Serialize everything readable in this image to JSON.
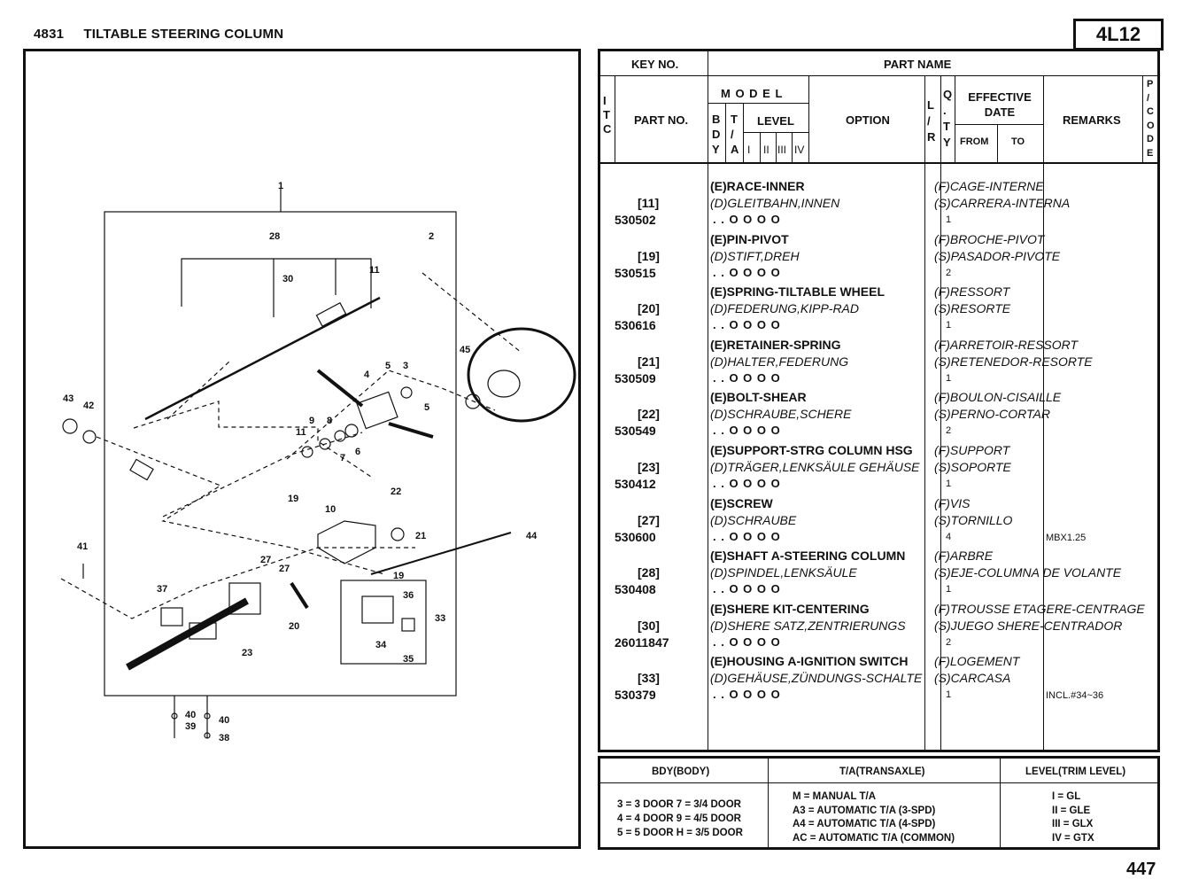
{
  "header": {
    "section": "4831",
    "title": "TILTABLE STEERING COLUMN",
    "code": "4L12"
  },
  "table_header": {
    "key_no": "KEY NO.",
    "part_name": "PART NAME",
    "itc": [
      "I",
      "T",
      "C"
    ],
    "part_no": "PART NO.",
    "model": "M O D E L",
    "bdy": [
      "B",
      "D",
      "Y"
    ],
    "ta": [
      "T",
      "/",
      "A"
    ],
    "level": "LEVEL",
    "levels": [
      "I",
      "II",
      "III",
      "IV"
    ],
    "option": "OPTION",
    "lr": [
      "L",
      "/",
      "R"
    ],
    "qty": [
      "Q",
      ".",
      "T",
      "Y"
    ],
    "effective_date": "EFFECTIVE DATE",
    "from": "FROM",
    "to": "TO",
    "remarks": "REMARKS",
    "pcode": [
      "P",
      "/",
      "C",
      "O",
      "D",
      "E"
    ]
  },
  "parts": [
    {
      "key": "[11]",
      "part_no": "530502",
      "e": "(E)RACE-INNER",
      "d": "(D)GLEITBAHN,INNEN",
      "f": "(F)CAGE-INTERNE",
      "s": "(S)CARRERA-INTERNA",
      "model": ".  .  O O O O",
      "qty": "1",
      "remarks": ""
    },
    {
      "key": "[19]",
      "part_no": "530515",
      "e": "(E)PIN-PIVOT",
      "d": "(D)STIFT,DREH",
      "f": "(F)BROCHE-PIVOT",
      "s": "(S)PASADOR-PIVOTE",
      "model": ".  .  O O O O",
      "qty": "2",
      "remarks": ""
    },
    {
      "key": "[20]",
      "part_no": "530616",
      "e": "(E)SPRING-TILTABLE WHEEL",
      "d": "(D)FEDERUNG,KIPP-RAD",
      "f": "(F)RESSORT",
      "s": "(S)RESORTE",
      "model": ".  .  O O O O",
      "qty": "1",
      "remarks": ""
    },
    {
      "key": "[21]",
      "part_no": "530509",
      "e": "(E)RETAINER-SPRING",
      "d": "(D)HALTER,FEDERUNG",
      "f": "(F)ARRETOIR-RESSORT",
      "s": "(S)RETENEDOR-RESORTE",
      "model": ".  .  O O O O",
      "qty": "1",
      "remarks": ""
    },
    {
      "key": "[22]",
      "part_no": "530549",
      "e": "(E)BOLT-SHEAR",
      "d": "(D)SCHRAUBE,SCHERE",
      "f": "(F)BOULON-CISAILLE",
      "s": "(S)PERNO-CORTAR",
      "model": ".  .  O O O O",
      "qty": "2",
      "remarks": ""
    },
    {
      "key": "[23]",
      "part_no": "530412",
      "e": "(E)SUPPORT-STRG COLUMN HSG",
      "d": "(D)TRÄGER,LENKSÄULE GEHÄUSE",
      "f": "(F)SUPPORT",
      "s": "(S)SOPORTE",
      "model": ".  .  O O O O",
      "qty": "1",
      "remarks": ""
    },
    {
      "key": "[27]",
      "part_no": "530600",
      "e": "(E)SCREW",
      "d": "(D)SCHRAUBE",
      "f": "(F)VIS",
      "s": "(S)TORNILLO",
      "model": ".  .  O O O O",
      "qty": "4",
      "remarks": "MBX1.25"
    },
    {
      "key": "[28]",
      "part_no": "530408",
      "e": "(E)SHAFT A-STEERING COLUMN",
      "d": "(D)SPINDEL,LENKSÄULE",
      "f": "(F)ARBRE",
      "s": "(S)EJE-COLUMNA DE VOLANTE",
      "model": ".  .  O O O O",
      "qty": "1",
      "remarks": ""
    },
    {
      "key": "[30]",
      "part_no": "26011847",
      "e": "(E)SHERE KIT-CENTERING",
      "d": "(D)SHERE SATZ,ZENTRIERUNGS",
      "f": "(F)TROUSSE ETAGERE-CENTRAGE",
      "s": "(S)JUEGO SHERE-CENTRADOR",
      "model": ".  .  O O O O",
      "qty": "2",
      "remarks": ""
    },
    {
      "key": "[33]",
      "part_no": "530379",
      "e": "(E)HOUSING A-IGNITION SWITCH",
      "d": "(D)GEHÄUSE,ZÜNDUNGS-SCHALTE",
      "f": "(F)LOGEMENT",
      "s": "(S)CARCASA",
      "model": ".  .  O O O O",
      "qty": "1",
      "remarks": "INCL.#34~36"
    }
  ],
  "legend": {
    "bdy_title": "BDY(BODY)",
    "bdy_lines": [
      "3 = 3 DOOR 7 = 3/4 DOOR",
      "4 = 4 DOOR 9 = 4/5 DOOR",
      "5 = 5 DOOR H = 3/5 DOOR"
    ],
    "ta_title": "T/A(TRANSAXLE)",
    "ta_lines": [
      "M = MANUAL T/A",
      "A3 = AUTOMATIC  T/A (3-SPD)",
      "A4 = AUTOMATIC  T/A (4-SPD)",
      "AC = AUTOMATIC  T/A (COMMON)"
    ],
    "level_title": "LEVEL(TRIM LEVEL)",
    "level_lines": [
      "I  = GL",
      "II  = GLE",
      "III  = GLX",
      "IV  = GTX"
    ]
  },
  "diagram_labels": [
    "1",
    "2",
    "28",
    "30",
    "11",
    "45",
    "4",
    "5",
    "3",
    "43",
    "42",
    "9",
    "8",
    "11",
    "7",
    "6",
    "5",
    "22",
    "19",
    "10",
    "21",
    "44",
    "41",
    "27",
    "27",
    "37",
    "36",
    "20",
    "33",
    "23",
    "34",
    "35",
    "40",
    "39",
    "40",
    "38",
    "19"
  ],
  "page_number": "447"
}
